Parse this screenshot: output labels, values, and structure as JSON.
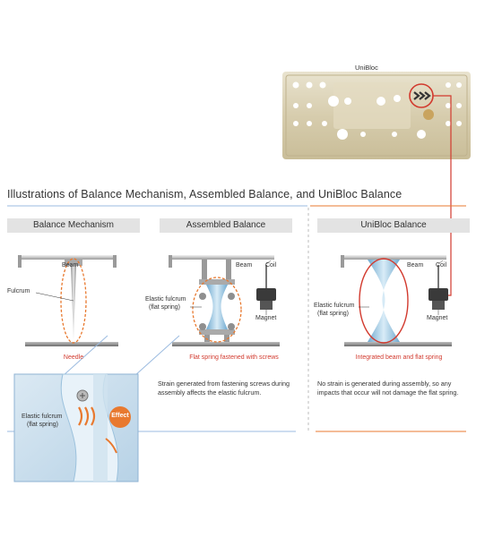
{
  "unibloc_photo": {
    "label": "UniBloc"
  },
  "section_title": "Illustrations of Balance Mechanism, Assembled Balance, and UniBloc Balance",
  "panels": [
    {
      "heading": "Balance Mechanism",
      "labels": {
        "beam": "Beam",
        "fulcrum": "Fulcrum"
      },
      "caption": "Needle"
    },
    {
      "heading": "Assembled Balance",
      "labels": {
        "beam": "Beam",
        "coil": "Coil",
        "fulcrum_line1": "Elastic fulcrum",
        "fulcrum_line2": "(flat spring)",
        "magnet": "Magnet"
      },
      "caption": "Flat spring fastened with screws",
      "description": "Strain generated from fastening screws during assembly affects the elastic fulcrum."
    },
    {
      "heading": "UniBloc Balance",
      "labels": {
        "beam": "Beam",
        "coil": "Coil",
        "fulcrum_line1": "Elastic fulcrum",
        "fulcrum_line2": "(flat spring)",
        "magnet": "Magnet"
      },
      "caption": "Integrated beam and flat spring",
      "description": "No strain is generated during assembly, so any impacts that occur will not damage the flat spring."
    }
  ],
  "inset": {
    "label_line1": "Elastic fulcrum",
    "label_line2": "(flat spring)",
    "badge": "Effect"
  },
  "colors": {
    "accent_red": "#d23a2e",
    "accent_orange": "#e8792f",
    "accent_blue": "#7aa7d6",
    "panel_gray": "#e3e3e3",
    "spring_blue": "#a9cfe6"
  }
}
